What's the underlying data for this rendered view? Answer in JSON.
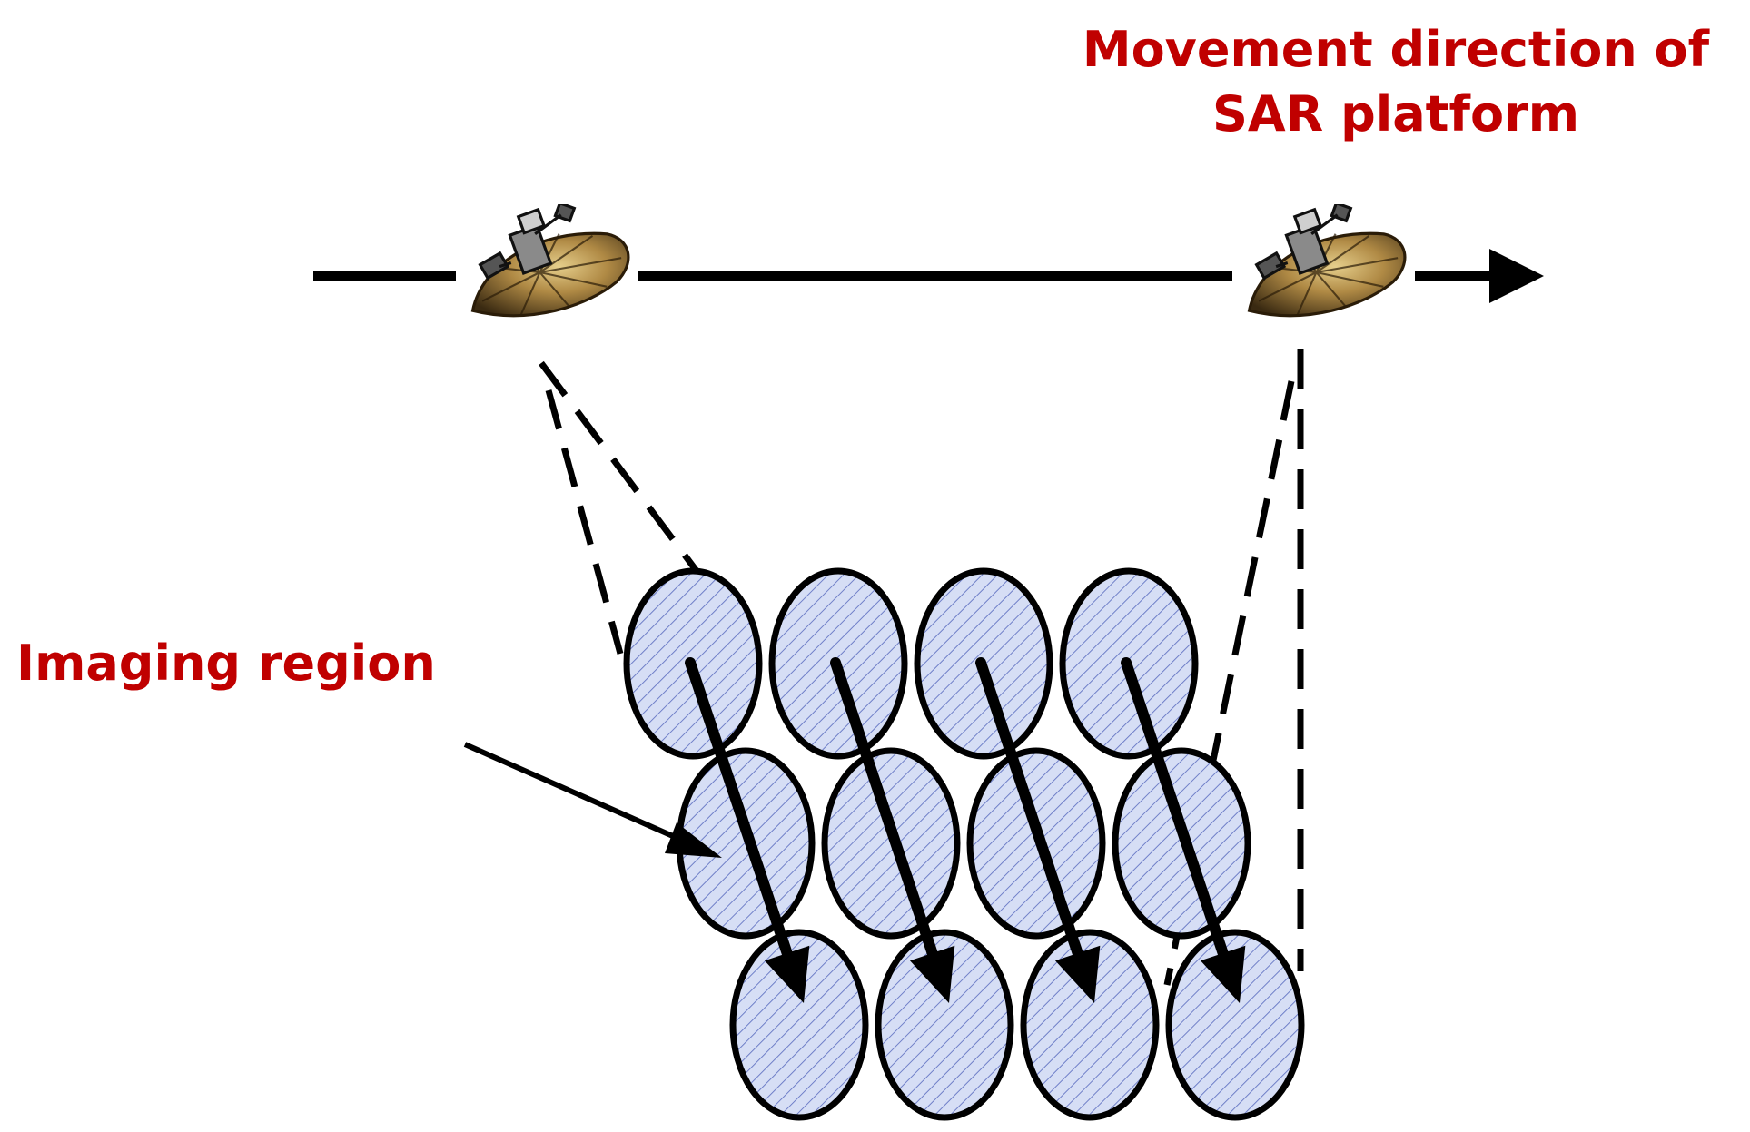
{
  "labels": {
    "movement_line1": "Movement direction of",
    "movement_line2": "SAR platform",
    "imaging_region": "Imaging region"
  },
  "colors": {
    "label": "#c00000",
    "ellipse_fill": "#d6def5",
    "hatch": "#6f7fc8",
    "stroke": "#000000",
    "dish_dark": "#3a2a12",
    "dish_light": "#c9a860",
    "dish_mid": "#7a5a2a",
    "body_metal": "#9a9a9a"
  },
  "icons": {
    "platform": "satellite-dish-icon"
  },
  "imaging_grid": {
    "rows": 3,
    "columns": 4
  }
}
